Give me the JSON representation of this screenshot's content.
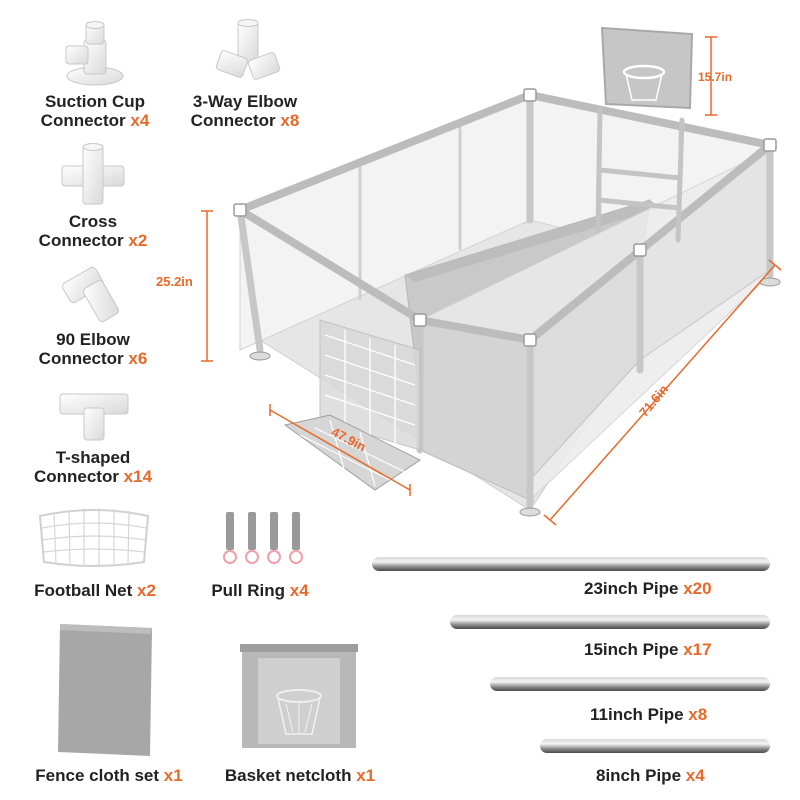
{
  "parts": {
    "suction": {
      "name_line1": "Suction Cup",
      "name_line2": "Connector",
      "qty": "x4"
    },
    "elbow3": {
      "name_line1": "3-Way Elbow",
      "name_line2": "Connector",
      "qty": "x8"
    },
    "cross": {
      "name_line1": "Cross",
      "name_line2": "Connector",
      "qty": "x2"
    },
    "elbow90": {
      "name_line1": "90 Elbow",
      "name_line2": "Connector",
      "qty": "x6"
    },
    "tee": {
      "name_line1": "T-shaped",
      "name_line2": "Connector",
      "qty": "x14"
    },
    "net": {
      "name": "Football Net",
      "qty": "x2"
    },
    "ring": {
      "name": "Pull Ring",
      "qty": "x4"
    },
    "fence": {
      "name": "Fence cloth set",
      "qty": "x1"
    },
    "basket": {
      "name": "Basket netcloth",
      "qty": "x1"
    }
  },
  "pipes": [
    {
      "name": "23inch Pipe",
      "qty": "x20"
    },
    {
      "name": "15inch Pipe",
      "qty": "x17"
    },
    {
      "name": "11inch Pipe",
      "qty": "x8"
    },
    {
      "name": "8inch Pipe",
      "qty": "x4"
    }
  ],
  "dimensions": {
    "hoop_height": "15.7in",
    "fence_height": "25.2in",
    "width": "47.9in",
    "length": "71.6in"
  },
  "colors": {
    "accent": "#e8692a",
    "frame": "#c4c4c4",
    "mesh": "#efefef"
  }
}
